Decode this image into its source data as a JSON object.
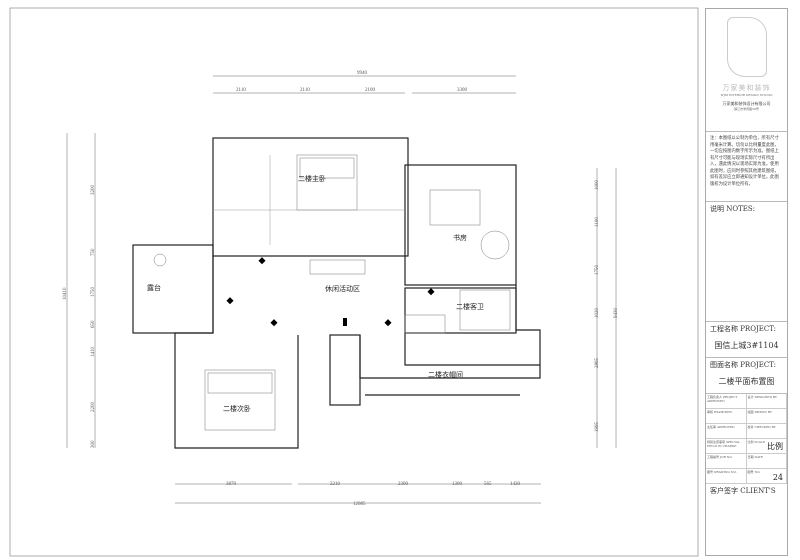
{
  "plan": {
    "rooms": {
      "master": "二楼主卧",
      "study": "书房",
      "terrace": "露台",
      "lounge": "休闲活动区",
      "guest_bath": "二楼客卫",
      "closet": "二楼衣帽间",
      "second_bed": "二楼次卧"
    },
    "dims_top_total": "9940",
    "dims_top": [
      "2110",
      "2110",
      "2100",
      "3300"
    ],
    "dims_bottom": [
      "3870",
      "2210",
      "2300",
      "1300",
      "565",
      "1430"
    ],
    "dims_bottom_total": "12085",
    "dims_left_total": "10410",
    "dims_left": [
      "3200",
      "750",
      "1750",
      "650",
      "1410",
      "2200",
      "300"
    ],
    "dims_right": [
      "1000",
      "1100",
      "1750",
      "1020",
      "2865",
      "1995"
    ],
    "dims_right_total": "9430"
  },
  "title_block": {
    "brand": "万家美和装饰",
    "brand_en": "WJM INTERIOR DESIGN STUDIO",
    "company": "万家美和装饰设计有限公司",
    "address": "镇江市学府路58号",
    "notes": "注：本图纸以公制为单位，所有尺寸用毫米计算。切勿以比例量度此图，一切应按图内数字所示为准。图纸上有尺寸可能与现场实际尺寸有所出入，遇此情况以现场实际为准。使用此图时，应同时参照其他建筑图纸，如有差异应立即通知设计单位。此图版权为设计单位所有。",
    "notes_label": "说明  NOTES:",
    "project_label": "工程名称 PROJECT:",
    "project": "国信上城3#1104",
    "drawing_label": "图面名称 PROJECT:",
    "drawing": "二楼平面布置图",
    "fields": [
      "工程负责人 PROJECT APPROVED",
      "设计 DESIGNED BY",
      "审核 EXAMINED",
      "绘图 DRAWN BY",
      "主任审 APPROVED",
      "校对 CHECKED BY",
      "特别注意事项 SPECIAL FIELD IN CHARGE",
      "比例 SCALE",
      "工程编号 JOB NO.",
      "日期 DATE",
      "图号 DRAWING NO.",
      "图号 NO."
    ],
    "scale": "比例",
    "sheet": "24",
    "client_label": "客户签字 CLIENT'S"
  }
}
